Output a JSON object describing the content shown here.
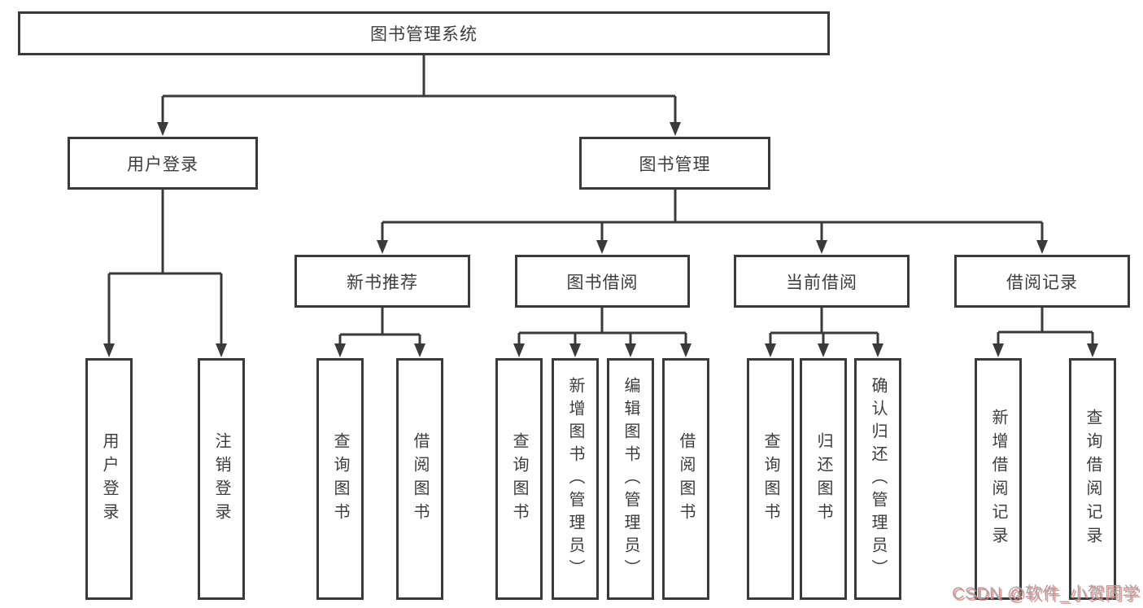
{
  "tree": {
    "root": "图书管理系统",
    "user_login": "用户登录",
    "book_management": "图书管理",
    "new_book_recommend": "新书推荐",
    "book_borrow": "图书借阅",
    "current_borrow": "当前借阅",
    "borrow_record": "借阅记录",
    "leaves": {
      "login": "用户登录",
      "logout": "注销登录",
      "nb_query": "查询图书",
      "nb_borrow": "借阅图书",
      "bb_query": "查询图书",
      "bb_add": "新增图书（管理员）",
      "bb_edit": "编辑图书（管理员）",
      "bb_borrow": "借阅图书",
      "cb_query": "查询图书",
      "cb_return": "归还图书",
      "cb_confirm": "确认归还（管理员）",
      "br_add": "新增借阅记录",
      "br_query": "查询借阅记录"
    }
  },
  "watermark": "CSDN @软件_小贺同学",
  "colors": {
    "line": "#3a3a3a",
    "text": "#3d3d3d",
    "watermark_gray": "#a6a6a6",
    "watermark_shadow": "#e77878"
  }
}
